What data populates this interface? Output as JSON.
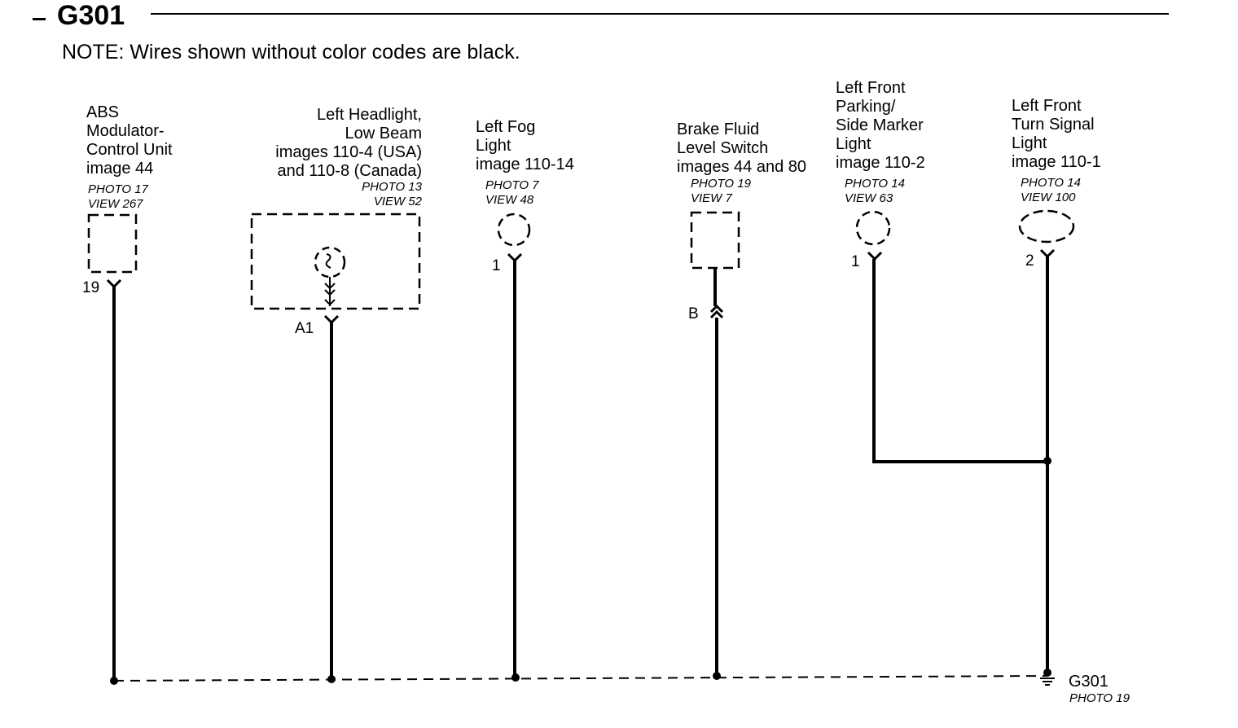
{
  "title": "G301",
  "note": "NOTE: Wires shown without color codes are black.",
  "components": [
    {
      "label": "ABS\nModulator-\nControl Unit\nimage 44",
      "ref": "PHOTO 17\nVIEW 267",
      "pin": "19"
    },
    {
      "label": "Left Headlight,\nLow Beam\nimages 110-4 (USA)\nand 110-8 (Canada)",
      "ref": "PHOTO 13\nVIEW 52",
      "pin": "A1"
    },
    {
      "label": "Left Fog\nLight\nimage 110-14",
      "ref": "PHOTO 7\nVIEW 48",
      "pin": "1"
    },
    {
      "label": "Brake Fluid\nLevel Switch\nimages 44 and 80",
      "ref": "PHOTO 19\nVIEW 7",
      "pin": "B"
    },
    {
      "label": "Left Front\nParking/\nSide Marker\nLight\nimage 110-2",
      "ref": "PHOTO 14\nVIEW 63",
      "pin": "1"
    },
    {
      "label": "Left Front\nTurn Signal\nLight\nimage 110-1",
      "ref": "PHOTO 14\nVIEW 100",
      "pin": "2"
    }
  ],
  "ground": {
    "label": "G301",
    "ref": "PHOTO 19"
  }
}
